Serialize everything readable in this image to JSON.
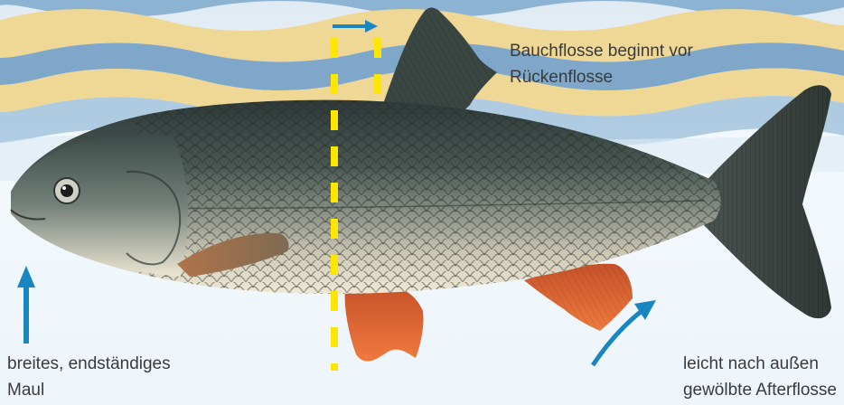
{
  "colors": {
    "water_light": "#eef5fb",
    "wave_blue": "#7ea7c9",
    "wave_sand": "#efd896",
    "fish_back": "#3d4a46",
    "fish_belly": "#e9e3cf",
    "fins_orange": "#e0602e",
    "marker_yellow": "#ffe600",
    "arrow_blue": "#1a86c0",
    "text": "#3a3a3a"
  },
  "labels": {
    "dorsal": {
      "line1": "Bauchflosse beginnt vor",
      "line2": "Rückenflosse"
    },
    "mouth": {
      "line1": "breites, endständiges",
      "line2": "Maul"
    },
    "anal_fin": {
      "line1": "leicht nach außen",
      "line2": "gewölbte Afterflosse"
    }
  },
  "icons": [
    "arrow-right-icon",
    "arrow-up-icon",
    "curved-arrow-icon"
  ]
}
